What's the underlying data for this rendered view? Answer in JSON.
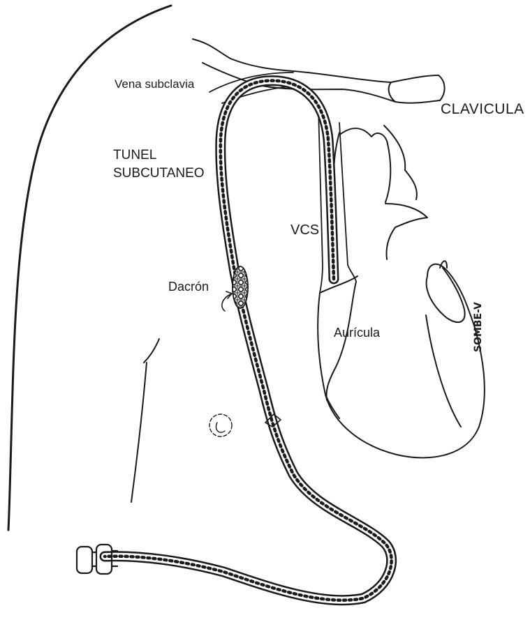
{
  "labels": {
    "vena_subclavia": "Vena subclavia",
    "clavicula": "CLAVICULA",
    "tunel_line1": "TUNEL",
    "tunel_line2": "SUBCUTANEO",
    "vcs": "VCS",
    "dacron": "Dacrón",
    "auricula": "Aurícula",
    "signature": "SOMBE-V"
  },
  "colors": {
    "ink": "#1a1a1a",
    "background": "#ffffff"
  }
}
